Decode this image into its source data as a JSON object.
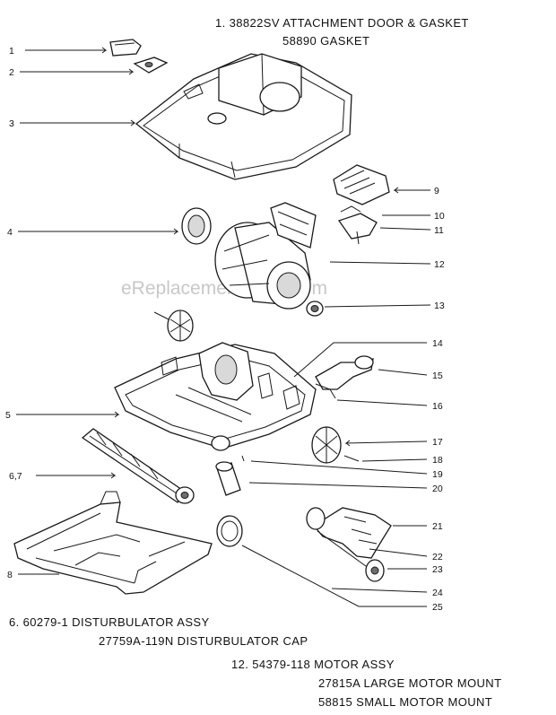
{
  "notes": {
    "top_line1": "1. 38822SV ATTACHMENT DOOR & GASKET",
    "top_line2": "58890 GASKET",
    "bottom_line1": "6. 60279-1 DISTURBULATOR ASSY",
    "bottom_line2": "27759A-119N DISTURBULATOR CAP",
    "bottom_line3": "12. 54379-118 MOTOR ASSY",
    "bottom_line4": "27815A LARGE MOTOR MOUNT",
    "bottom_line5": "58815 SMALL MOTOR MOUNT"
  },
  "watermark": "eReplacementParts.com",
  "callouts": {
    "c1": "1",
    "c2": "2",
    "c3": "3",
    "c4": "4",
    "c5": "5",
    "c67": "6,7",
    "c8": "8",
    "c9": "9",
    "c10": "10",
    "c11": "11",
    "c12": "12",
    "c13": "13",
    "c14": "14",
    "c15": "15",
    "c16": "16",
    "c17": "17",
    "c18": "18",
    "c19": "19",
    "c20": "20",
    "c21": "21",
    "c22": "22",
    "c23": "23",
    "c24": "24",
    "c25": "25"
  }
}
